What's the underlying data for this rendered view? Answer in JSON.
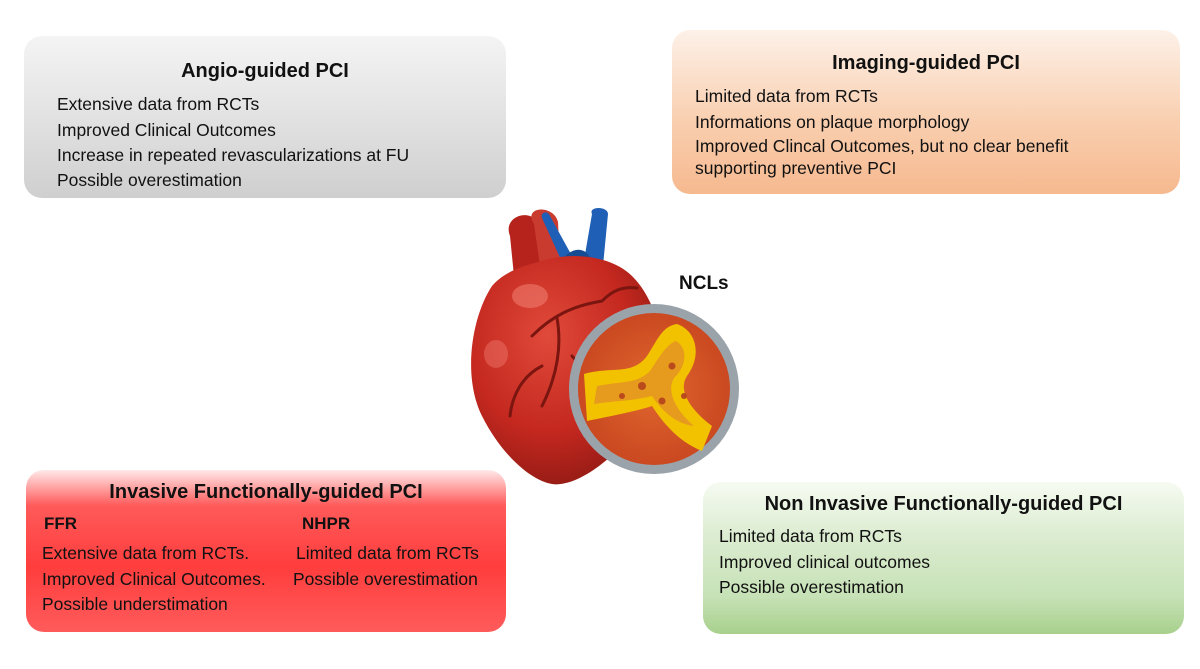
{
  "center_label": "NCLs",
  "angio": {
    "title": "Angio-guided PCI",
    "lines": [
      "Extensive data from RCTs",
      "Improved Clinical Outcomes",
      "Increase in repeated revascularizations at FU",
      "Possible overestimation"
    ]
  },
  "imaging": {
    "title": "Imaging-guided PCI",
    "lines": [
      "Limited data from RCTs",
      "Informations on plaque morphology",
      "Improved Clincal Outcomes, but no clear benefit",
      "supporting preventive PCI"
    ]
  },
  "invasive": {
    "title": "Invasive Functionally-guided PCI",
    "ffr": {
      "label": "FFR",
      "lines": [
        "Extensive data from RCTs.",
        "Improved Clinical Outcomes.",
        "Possible understimation"
      ]
    },
    "nhpr": {
      "label": "NHPR",
      "lines": [
        "Limited data from RCTs",
        "Possible overestimation"
      ]
    }
  },
  "noninvasive": {
    "title": "Non Invasive Functionally-guided PCI",
    "lines": [
      "Limited data from RCTs",
      "Improved clinical outcomes",
      "Possible overestimation"
    ]
  },
  "colors": {
    "angio_box": "#dcdcdc",
    "imaging_box": "#f8c8a4",
    "invasive_box": "#ff4444",
    "noninvasive_box": "#c7e2b7",
    "heart": "#c4281f",
    "aorta_blue": "#1f5fb5",
    "plaque_yellow": "#f2c200"
  },
  "icons": [
    "heart-illustration",
    "magnifier-plaque-icon"
  ]
}
